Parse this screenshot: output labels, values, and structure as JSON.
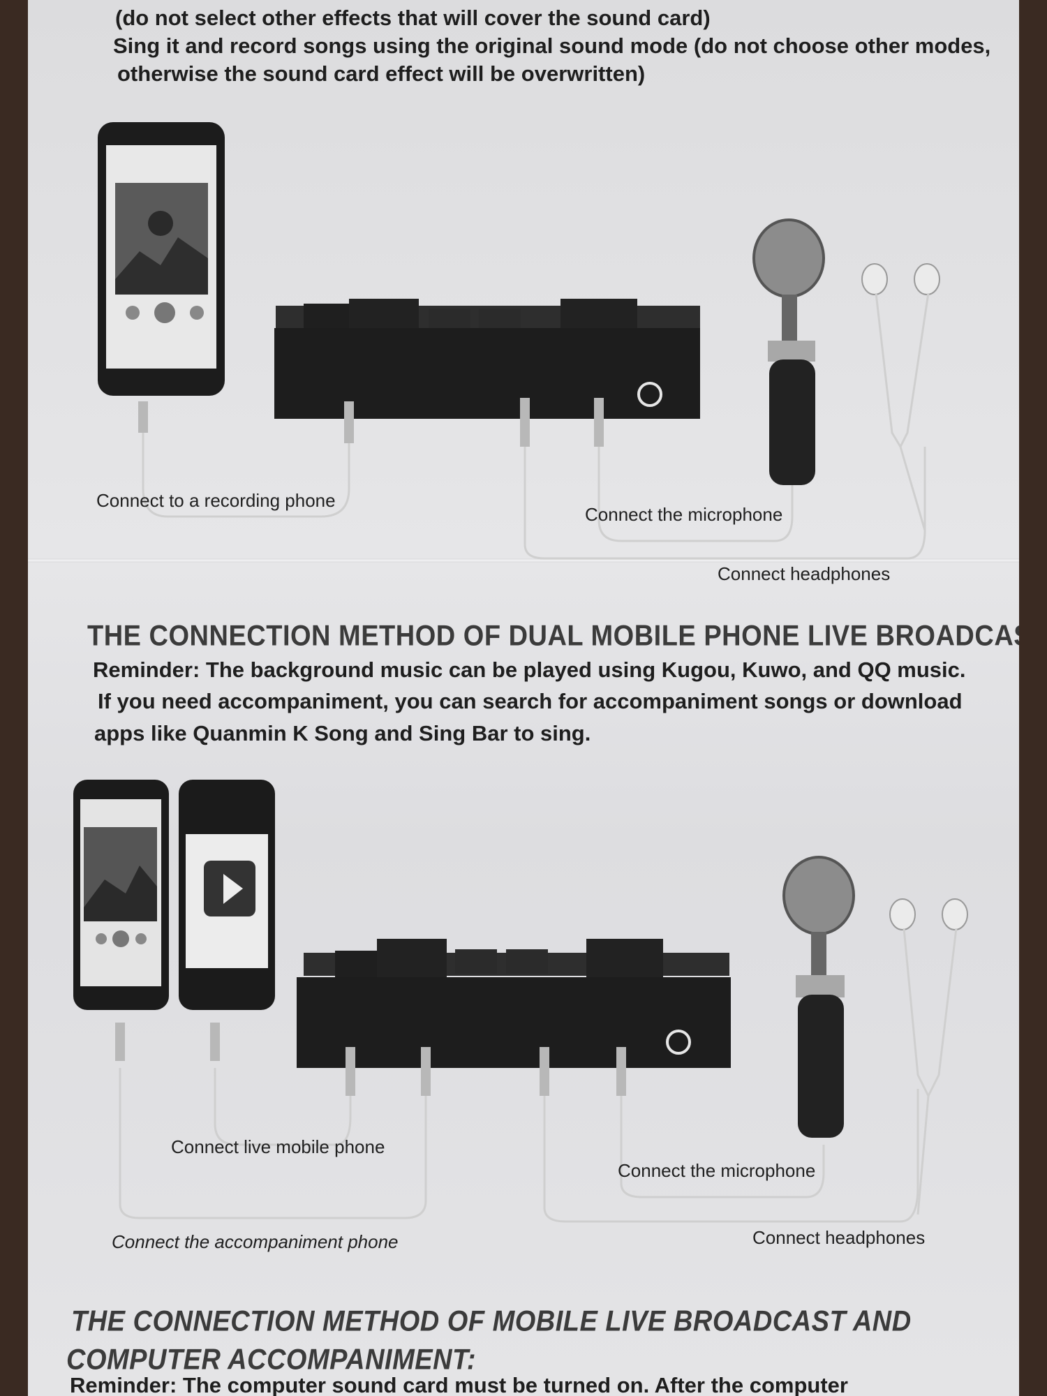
{
  "top_text": {
    "line1": "(do not select other effects that will cover the sound card)",
    "line2": "Sing it and record songs using the original sound mode (do not choose other modes,",
    "line3": "otherwise the sound card effect will be overwritten)"
  },
  "diagram1": {
    "label_phone": "Connect to a recording phone",
    "label_mic": "Connect the microphone",
    "label_headphones": "Connect headphones"
  },
  "section_dual": {
    "heading": "THE CONNECTION METHOD OF DUAL MOBILE PHONE LIVE BROADCAST:",
    "line1": "Reminder: The background music can be played using Kugou, Kuwo, and QQ music.",
    "line2": "If you need accompaniment, you can search for accompaniment songs or download",
    "line3": "apps like Quanmin K Song and Sing Bar to sing."
  },
  "diagram2": {
    "label_live": "Connect live mobile phone",
    "label_mic": "Connect the microphone",
    "label_accompaniment": "Connect the accompaniment phone",
    "label_headphones": "Connect headphones"
  },
  "section_computer": {
    "heading_line1": "THE CONNECTION METHOD OF MOBILE LIVE BROADCAST AND",
    "heading_line2": "COMPUTER ACCOMPANIMENT:",
    "line1": "Reminder: The computer sound card must be turned on. After the computer"
  }
}
